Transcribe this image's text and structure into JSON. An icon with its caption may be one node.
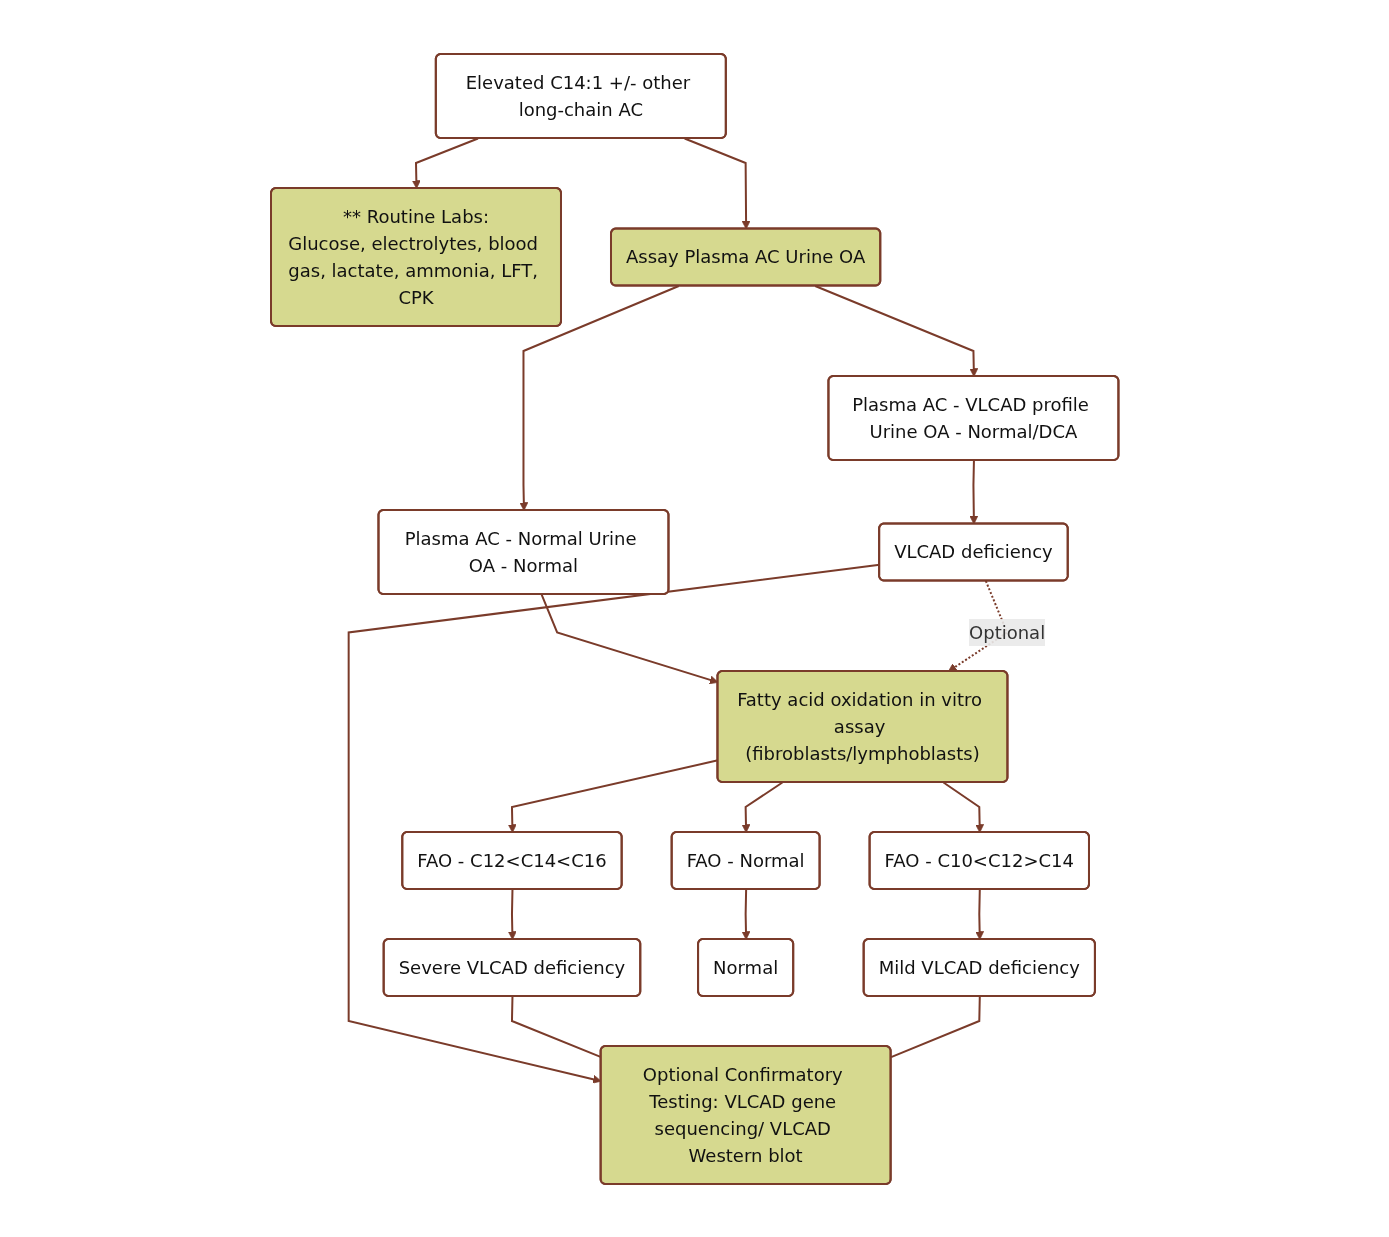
{
  "diagram": {
    "nodes": [
      {
        "text": [
          "Elevated C14:1 +/- other long-chain AC"
        ]
      },
      {
        "text": [
          "** Routine Labs:",
          "Glucose, electrolytes, blood gas, lactate, ammonia, LFT, CPK"
        ]
      },
      {
        "text": [
          "Assay Plasma AC Urine OA"
        ]
      },
      {
        "text": [
          "Plasma AC - VLCAD profile Urine OA - Normal/DCA"
        ]
      },
      {
        "text": [
          "Plasma AC - Normal Urine OA - Normal"
        ]
      },
      {
        "text": [
          "VLCAD deficiency"
        ]
      },
      {
        "text": [
          "Fatty acid oxidation in vitro assay (fibroblasts/lymphoblasts)"
        ]
      },
      {
        "text": [
          "FAO - C12<C14<C16"
        ]
      },
      {
        "text": [
          "FAO - C10<C12>C14"
        ]
      },
      {
        "text": [
          "FAO - Normal"
        ]
      },
      {
        "text": [
          "Severe VLCAD deficiency"
        ]
      },
      {
        "text": [
          "Mild VLCAD deficiency"
        ]
      },
      {
        "text": [
          "Normal"
        ]
      },
      {
        "text": [
          "Optional Confirmatory Testing: VLCAD gene sequencing/ VLCAD Western blot"
        ]
      }
    ],
    "edges": [
      {
        "from": 0,
        "to": 1,
        "arrow": "to"
      },
      {
        "from": 0,
        "to": 2,
        "arrow": "to"
      },
      {
        "from": 2,
        "to": 3,
        "arrow": "to"
      },
      {
        "from": 2,
        "to": 4,
        "arrow": "to"
      },
      {
        "from": 3,
        "to": 5,
        "arrow": "to"
      },
      {
        "from": 4,
        "to": 6,
        "arrow": "to"
      },
      {
        "from": 5,
        "to": 6,
        "arrow": "to",
        "label": "Optional",
        "style": "dashed"
      },
      {
        "from": 6,
        "to": 7,
        "arrow": "to"
      },
      {
        "from": 6,
        "to": 8,
        "arrow": "to"
      },
      {
        "from": 6,
        "to": 9,
        "arrow": "to"
      },
      {
        "from": 7,
        "to": 10,
        "arrow": "to"
      },
      {
        "from": 8,
        "to": 11,
        "arrow": "to"
      },
      {
        "from": 9,
        "to": 12,
        "arrow": "to"
      },
      {
        "from": 5,
        "to": 13,
        "arrow": "to"
      },
      {
        "from": 10,
        "to": 13,
        "arrow": "none"
      },
      {
        "from": 11,
        "to": 13,
        "arrow": "none"
      }
    ]
  }
}
